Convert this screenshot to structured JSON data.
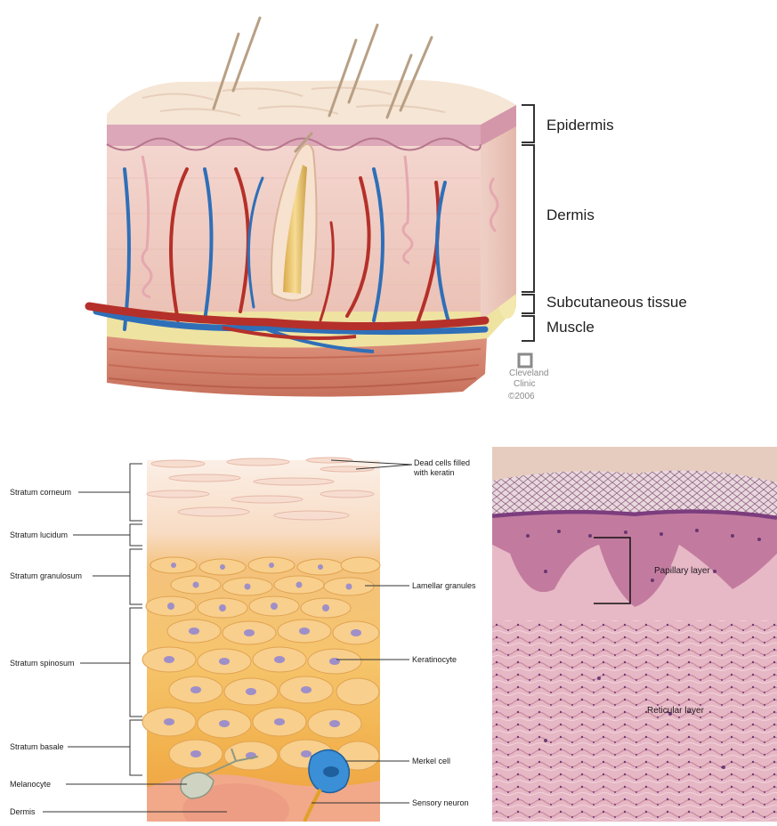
{
  "top_diagram": {
    "layers": [
      {
        "label": "Epidermis"
      },
      {
        "label": "Dermis"
      },
      {
        "label": "Subcutaneous tissue"
      },
      {
        "label": "Muscle"
      }
    ],
    "logo_text": [
      "Cleveland",
      "Clinic",
      "©2006"
    ]
  },
  "epidermis_diagram": {
    "left_labels": [
      "Stratum corneum",
      "Stratum lucidum",
      "Stratum granulosum",
      "Stratum spinosum",
      "Stratum basale",
      "Melanocyte",
      "Dermis"
    ],
    "right_labels": [
      "Dead cells filled",
      "with keratin",
      "Lamellar granules",
      "Keratinocyte",
      "Merkel cell",
      "Sensory neuron"
    ]
  },
  "micrograph": {
    "labels": [
      "Papillary layer",
      "Reticular layer"
    ]
  },
  "colors": {
    "artery": "#b5302a",
    "vein": "#2f6fb8",
    "fat": "#efe3a2",
    "dermis": "#f0cfc4",
    "muscle": "#d98a72",
    "stain_pink": "#dba3b6",
    "stain_purple": "#7c3d7e"
  }
}
